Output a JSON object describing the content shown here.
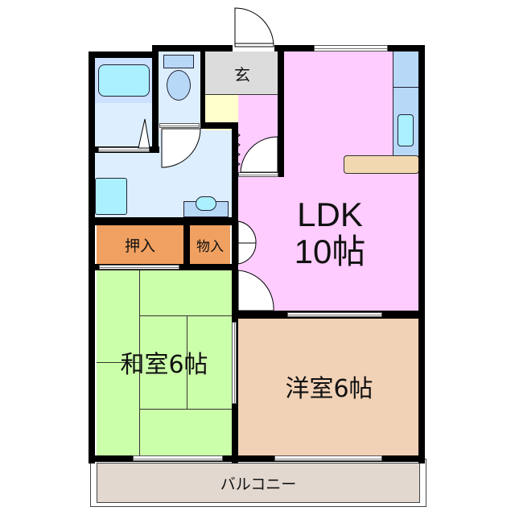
{
  "floorplan": {
    "rooms": {
      "entrance": {
        "label": "玄",
        "color": "#dcdcdc"
      },
      "hall": {
        "color": "#ffffcc"
      },
      "ldk": {
        "label_line1": "LDK",
        "label_line2": "10帖",
        "color": "#ffccff"
      },
      "washroom": {
        "color": "#ddeeff"
      },
      "bath": {
        "color": "#cce0ff"
      },
      "toilet": {
        "color": "#ddeeff"
      },
      "oshiire": {
        "label": "押入",
        "color": "#f0a060"
      },
      "storage": {
        "label": "物入",
        "color": "#f0a060"
      },
      "washitsu": {
        "label": "和室6帖",
        "color": "#ccffaa"
      },
      "youshitsu": {
        "label": "洋室6帖",
        "color": "#f2d2b6"
      },
      "balcony": {
        "label": "バルコニー",
        "color": "#e2d8d0"
      }
    },
    "fixtures": {
      "kitchen_counter": {
        "color": "#b8d8f8"
      },
      "sink": {
        "color": "#aaf0ff"
      },
      "dining_counter": {
        "color": "#f2d8b0"
      },
      "bathtub": {
        "color": "#aaf0ff"
      }
    }
  }
}
